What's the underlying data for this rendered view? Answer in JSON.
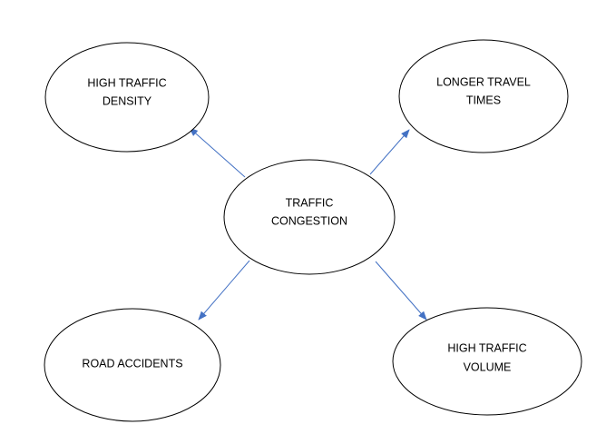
{
  "colors": {
    "background": "#ffffff",
    "node_stroke": "#000000",
    "node_fill": "#ffffff",
    "arrow": "#4472c4",
    "text": "#000000"
  },
  "nodes": {
    "center": {
      "line1": "TRAFFIC",
      "line2": "CONGESTION"
    },
    "top_left": {
      "line1": "HIGH TRAFFIC",
      "line2": "DENSITY"
    },
    "top_right": {
      "line1": "LONGER TRAVEL",
      "line2": "TIMES"
    },
    "bottom_left": {
      "line1": "ROAD ACCIDENTS"
    },
    "bottom_right": {
      "line1": "HIGH TRAFFIC",
      "line2": "VOLUME"
    }
  }
}
